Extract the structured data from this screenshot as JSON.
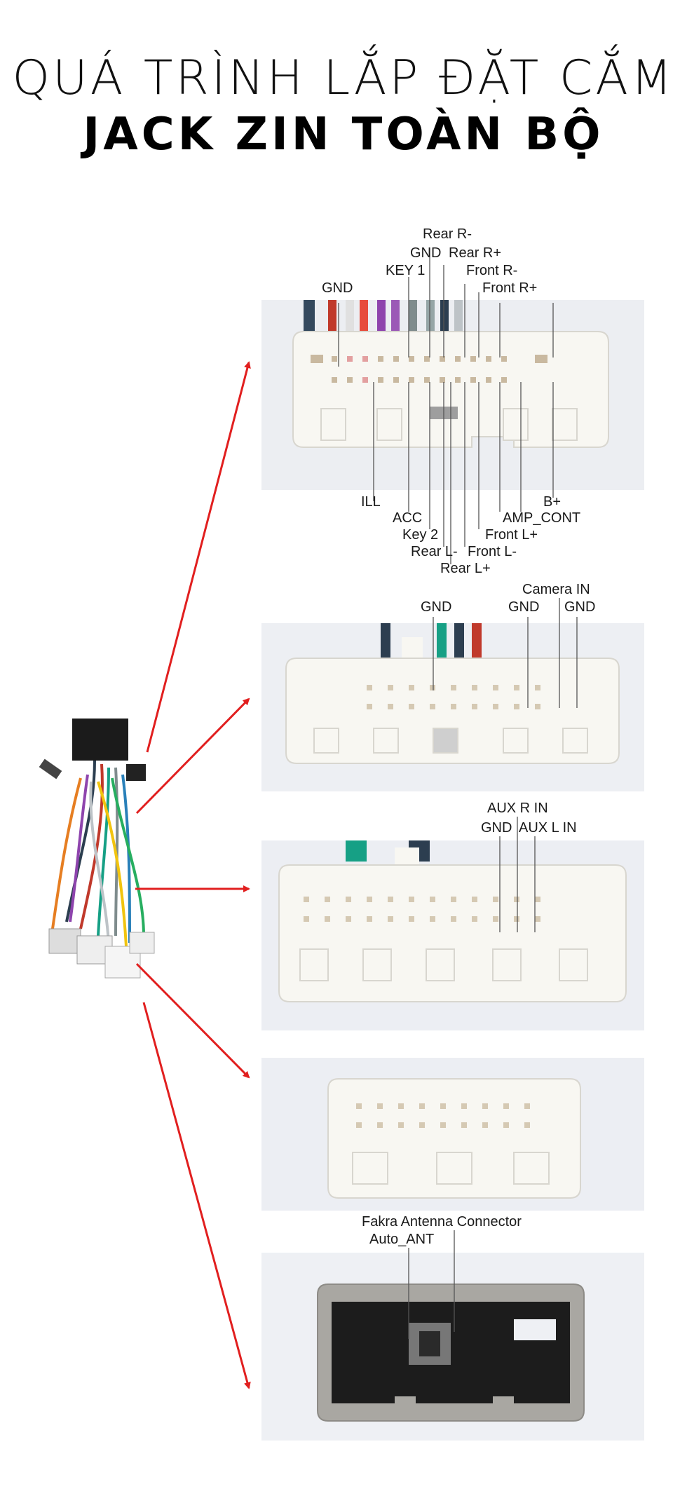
{
  "title": {
    "line1": "QUÁ TRÌNH LẮP ĐẶT CẮM",
    "line2": "JACK ZIN TOÀN BỘ"
  },
  "connector1": {
    "top_labels": {
      "rear_r_minus": "Rear R-",
      "gnd_a": "GND",
      "rear_r_plus": "Rear R+",
      "key1": "KEY 1",
      "front_r_minus": "Front R-",
      "gnd_b": "GND",
      "front_r_plus": "Front R+"
    },
    "bottom_labels": {
      "ill": "ILL",
      "b_plus": "B+",
      "acc": "ACC",
      "amp_cont": "AMP_CONT",
      "key2": "Key 2",
      "front_l_plus": "Front L+",
      "rear_l_minus": "Rear L-",
      "front_l_minus": "Front L-",
      "rear_l_plus": "Rear L+"
    }
  },
  "connector2": {
    "labels": {
      "camera_in": "Camera IN",
      "gnd_1": "GND",
      "gnd_2": "GND",
      "gnd_3": "GND"
    }
  },
  "connector3": {
    "labels": {
      "aux_r_in": "AUX R IN",
      "gnd": "GND",
      "aux_l_in": "AUX L IN"
    }
  },
  "connector5": {
    "labels": {
      "fakra": "Fakra Antenna Connector",
      "auto_ant": "Auto_ANT"
    }
  },
  "colors": {
    "arrow": "#e11f1f",
    "connector_body": "#f7f6f1",
    "photo_bg": "#eef0f4",
    "grey_housing": "#a9a7a2"
  }
}
